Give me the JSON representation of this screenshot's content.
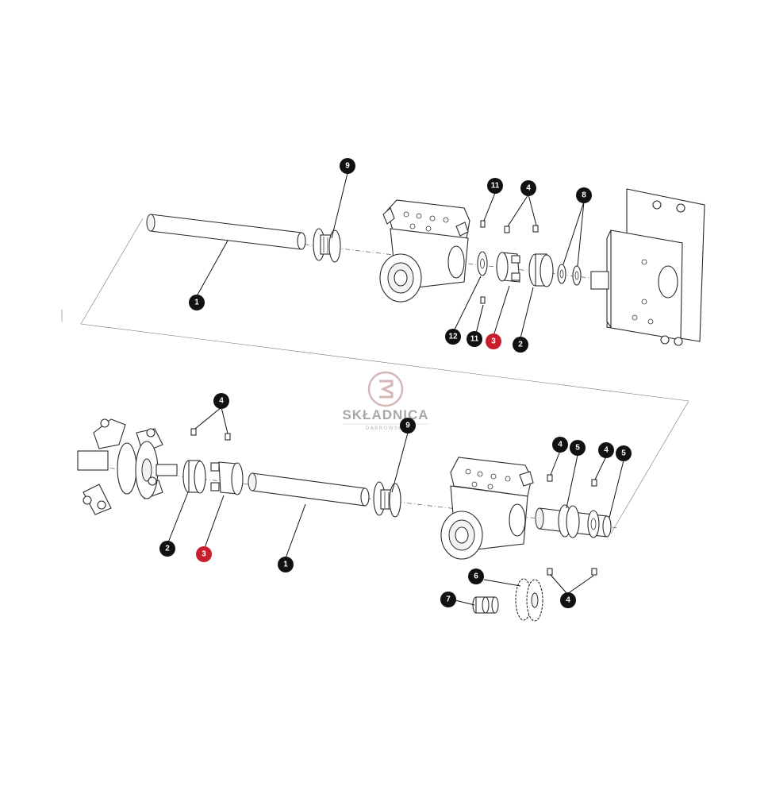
{
  "watermark": {
    "brand": "SKŁADNICA",
    "sub": "DĄBROWSKI"
  },
  "colors": {
    "callout": "#111111",
    "callout_highlight": "#c81e2e",
    "line": "#2a2a2a",
    "watermark": "#c9a0a0"
  },
  "callouts_top": [
    "9",
    "11",
    "4",
    "8",
    "1",
    "12",
    "11",
    "3",
    "2"
  ],
  "callouts_bottom": [
    "4",
    "9",
    "4",
    "5",
    "4",
    "5",
    "2",
    "3",
    "1",
    "6",
    "7",
    "4"
  ]
}
